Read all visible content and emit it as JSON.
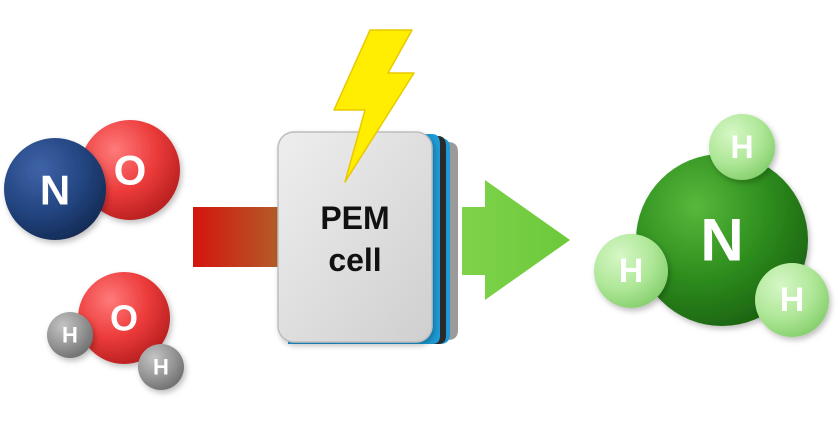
{
  "no_molecule": {
    "nitrogen_label": "N",
    "oxygen_label": "O",
    "colors": {
      "nitrogen": "#1f3f7a",
      "oxygen": "#e83a3a"
    }
  },
  "water_molecule": {
    "oxygen_label": "O",
    "hydrogen_left_label": "H",
    "hydrogen_right_label": "H",
    "colors": {
      "oxygen": "#e83a3a",
      "hydrogen": "#8f8f8f"
    }
  },
  "pem_cell": {
    "label_line1": "PEM",
    "label_line2": "cell",
    "colors": {
      "body": "#d9d9d9",
      "membrane_edge": "#1e9bd7"
    }
  },
  "electricity_bolt": {
    "icon": "lightning-bolt-icon",
    "color": "#ffee00"
  },
  "input_arrow": {
    "colors": {
      "start": "#d4140f",
      "end": "#b0642a"
    }
  },
  "output_arrow": {
    "color": "#7fd24a"
  },
  "ammonia_molecule": {
    "nitrogen_label": "N",
    "hydrogen_top_label": "H",
    "hydrogen_left_label": "H",
    "hydrogen_right_label": "H",
    "colors": {
      "nitrogen": "#2b8c1d",
      "hydrogen": "#a7e58e"
    }
  }
}
